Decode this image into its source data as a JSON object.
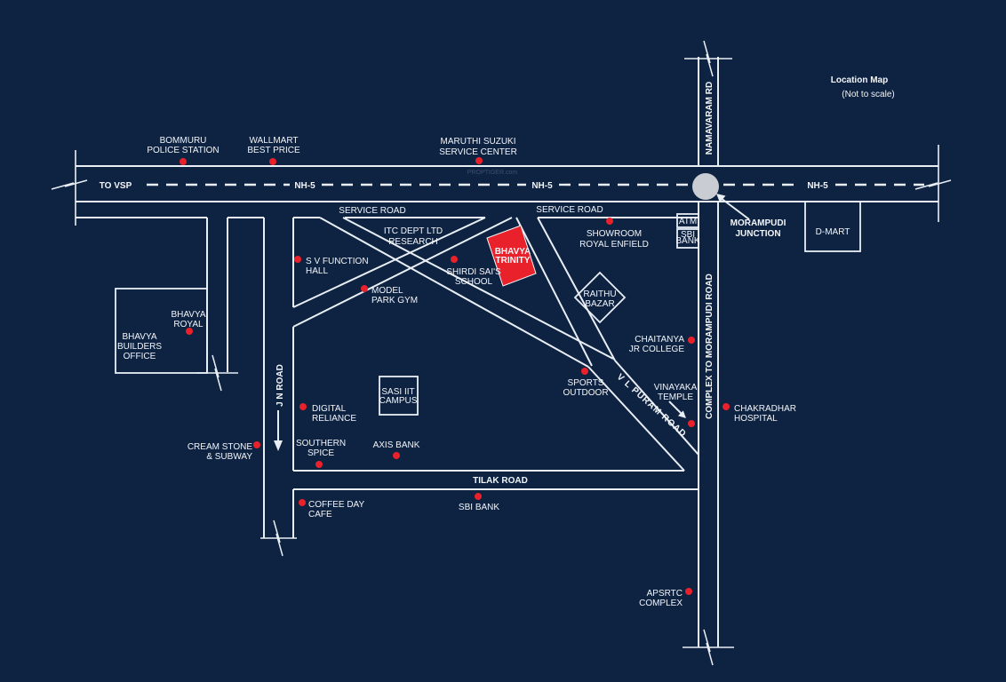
{
  "colors": {
    "background": "#0e2342",
    "road": "#e9eef5",
    "text": "#f2f5f9",
    "accent_red": "#e8212b",
    "junction_gray": "#c9cdd3"
  },
  "title": {
    "main": "Location Map",
    "sub": "(Not to scale)"
  },
  "watermark": "PROPTIGER.com",
  "roads": {
    "to_vsp": "TO VSP",
    "nh5_left": "NH-5",
    "nh5_center": "NH-5",
    "nh5_right": "NH-5",
    "service_left": "SERVICE ROAD",
    "service_right": "SERVICE ROAD",
    "namavaram": "NAMAVARAM RD",
    "morampudi_junction": [
      "MORAMPUDI",
      "JUNCTION"
    ],
    "complex_morampudi": "COMPLEX TO MORAMPUDI ROAD",
    "jn_road": "J N ROAD",
    "tilak": "TILAK ROAD",
    "vl_puram": "V L PURAM ROAD"
  },
  "landmarks": {
    "bommuru": [
      "BOMMURU",
      "POLICE STATION"
    ],
    "wallmart": [
      "WALLMART",
      "BEST PRICE"
    ],
    "maruthi": [
      "MARUTHI SUZUKI",
      "SERVICE CENTER"
    ],
    "dmart": "D-MART",
    "atm": "ATM",
    "sbi_box": [
      "SBI",
      "BANK"
    ],
    "showroom": [
      "SHOWROOM",
      "ROYAL ENFIELD"
    ],
    "itc": [
      "ITC DEPT LTD",
      "RESEARCH"
    ],
    "bhavya_trinity": [
      "BHAVYA",
      "TRINITY"
    ],
    "shirdi": [
      "SHIRDI SAI'S",
      "SCHOOL"
    ],
    "sv_function": [
      "S V FUNCTION",
      "HALL"
    ],
    "model_park": [
      "MODEL",
      "PARK GYM"
    ],
    "bhavya_royal": [
      "BHAVYA",
      "ROYAL"
    ],
    "bhavya_builders": [
      "BHAVYA",
      "BUILDERS",
      "OFFICE"
    ],
    "raithu": [
      "RAITHU",
      "BAZAR"
    ],
    "chaitanya": [
      "CHAITANYA",
      "JR COLLEGE"
    ],
    "vinayaka": [
      "VINAYAKA",
      "TEMPLE"
    ],
    "chakradhar": [
      "CHAKRADHAR",
      "HOSPITAL"
    ],
    "sports": [
      "SPORTS",
      "OUTDOOR"
    ],
    "sasi": [
      "SASI IIT",
      "CAMPUS"
    ],
    "digital": [
      "DIGITAL",
      "RELIANCE"
    ],
    "cream_stone": [
      "CREAM STONE",
      "& SUBWAY"
    ],
    "southern": [
      "SOUTHERN",
      "SPICE"
    ],
    "axis": "AXIS BANK",
    "coffee": [
      "COFFEE DAY",
      "CAFE"
    ],
    "sbi_tilak": "SBI BANK",
    "apsrtc": [
      "APSRTC",
      "COMPLEX"
    ]
  }
}
